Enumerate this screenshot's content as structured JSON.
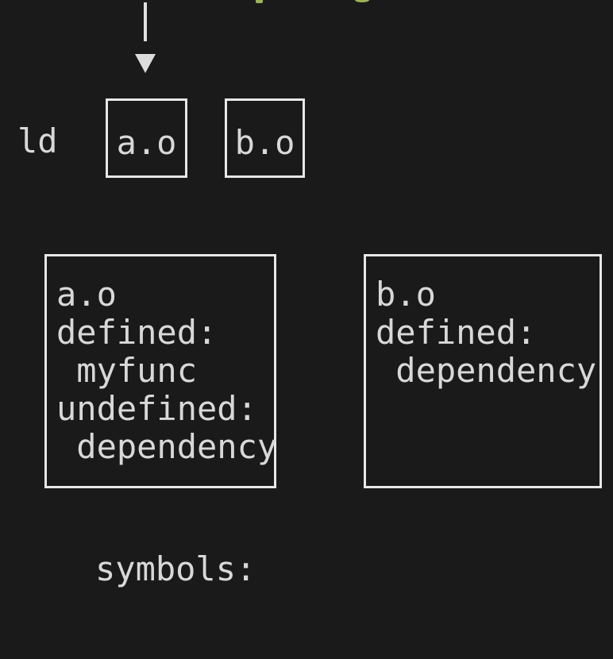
{
  "theme": {
    "background": "#1a1a1a",
    "text_color": "#d8d8d8",
    "border_color": "#e7e7e7",
    "arrow_color": "#dcdcdc",
    "accent_green": "#9cb454"
  },
  "linker": {
    "label": "ld"
  },
  "object_files": [
    {
      "name": "a.o"
    },
    {
      "name": "b.o"
    }
  ],
  "symbol_tables": [
    {
      "lines": [
        "a.o",
        "defined:",
        " myfunc",
        "undefined:",
        " dependency"
      ]
    },
    {
      "lines": [
        "b.o",
        "defined:",
        " dependency"
      ]
    }
  ],
  "footer": {
    "symbols_label": "symbols:"
  }
}
